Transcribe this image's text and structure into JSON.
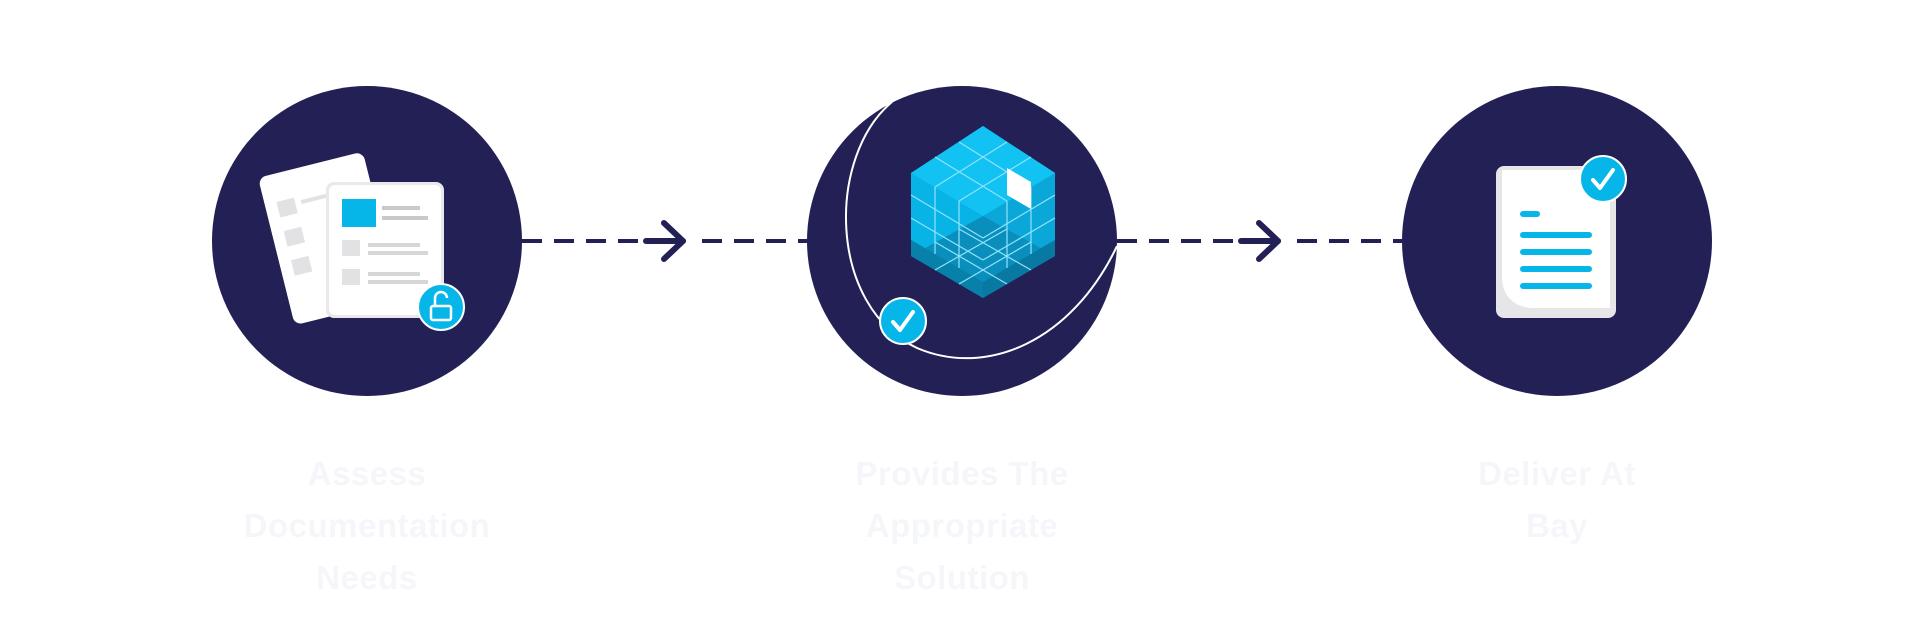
{
  "colors": {
    "circle": "#222055",
    "accent": "#06b6e9",
    "paper": "#ffffff",
    "paper_shadow": "#e6e6e8",
    "label_text": "#f5f6fa",
    "connector": "#222055"
  },
  "steps": [
    {
      "label": "Assess\nDocumentation\nNeeds",
      "icons": [
        "document-stack-icon",
        "unlock-icon"
      ]
    },
    {
      "label": "Provides The\nAppropriate\nSolution",
      "icons": [
        "cube-grid-icon",
        "check-badge-icon"
      ]
    },
    {
      "label": "Deliver At\nBay",
      "icons": [
        "document-icon",
        "check-badge-icon"
      ]
    }
  ],
  "connectors": [
    {
      "from": "Assess Documentation Needs",
      "to": "Provides The Appropriate Solution",
      "icon": "arrow-right-icon"
    },
    {
      "from": "Provides The Appropriate Solution",
      "to": "Deliver At Bay",
      "icon": "arrow-right-icon"
    }
  ]
}
